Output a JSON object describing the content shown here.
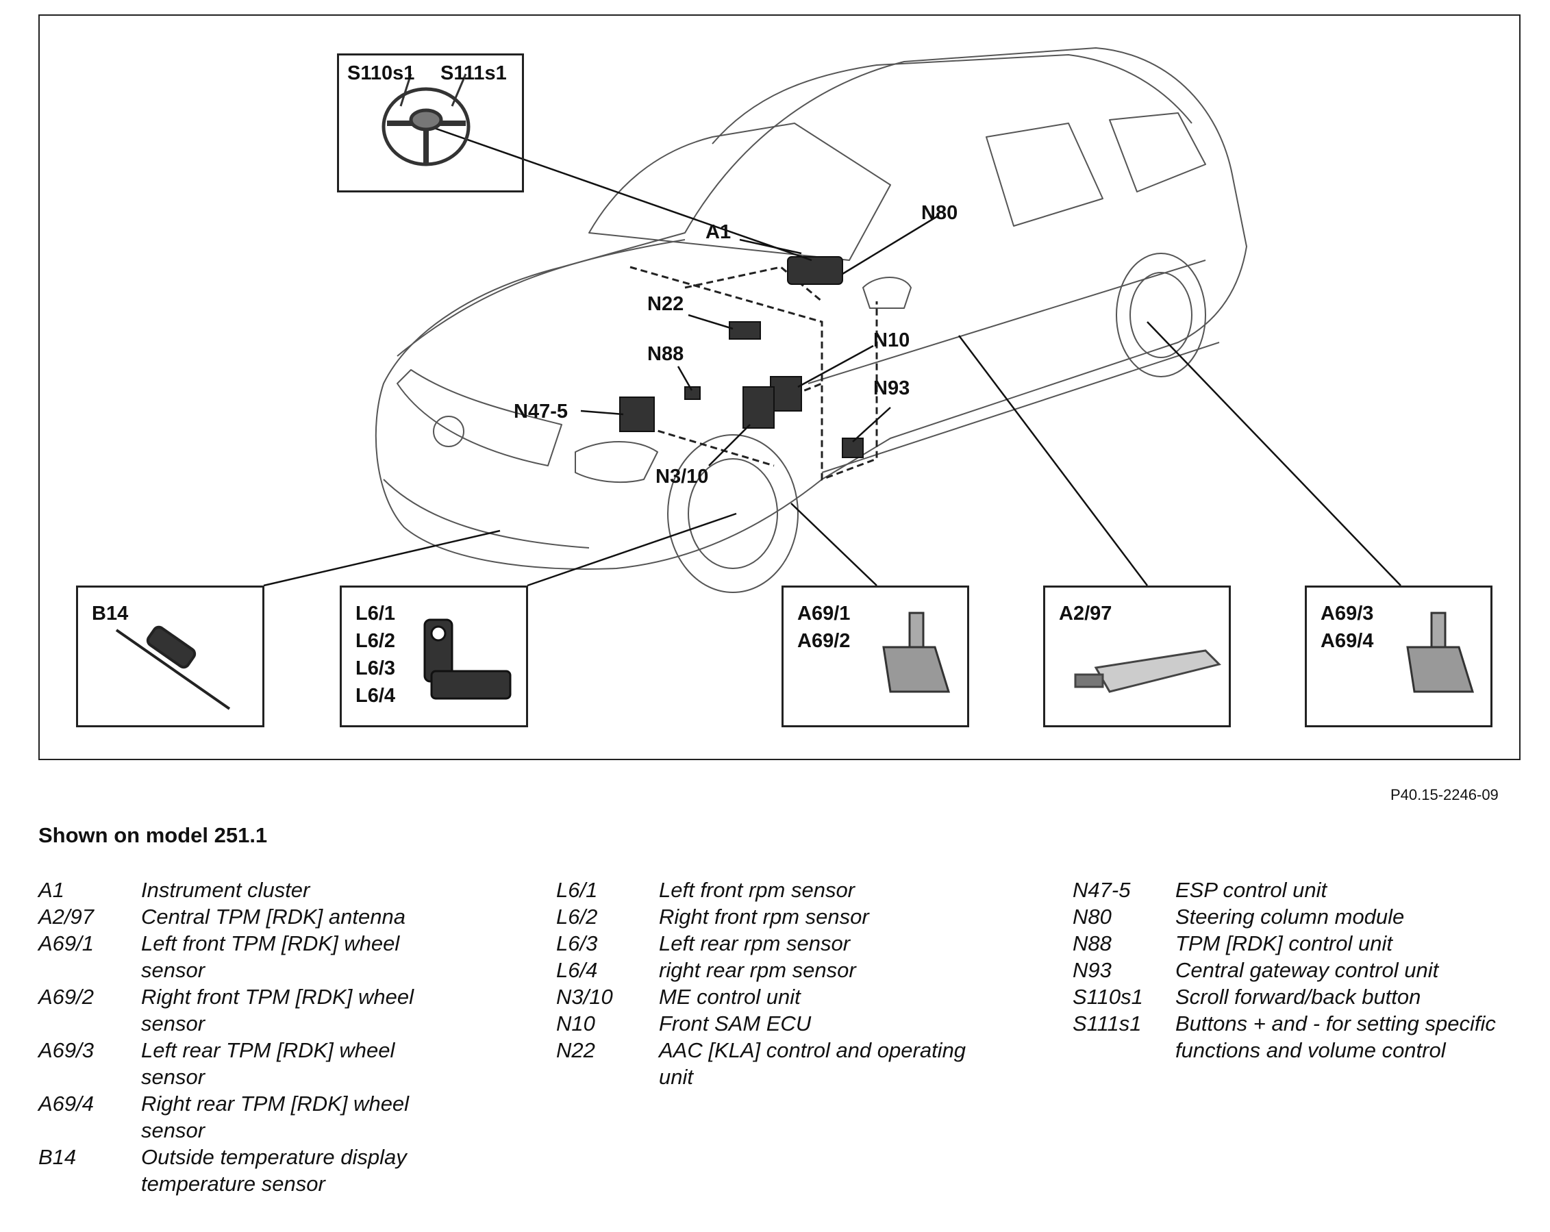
{
  "callouts": {
    "a1": "A1",
    "n80": "N80",
    "n22": "N22",
    "n88": "N88",
    "n10": "N10",
    "n93": "N93",
    "n47_5": "N47-5",
    "n3_10": "N3/10"
  },
  "insets": {
    "steering": {
      "left": "S110s1",
      "right": "S111s1"
    },
    "b14": {
      "label": "B14"
    },
    "l6": {
      "labels": [
        "L6/1",
        "L6/2",
        "L6/3",
        "L6/4"
      ]
    },
    "a69_front": {
      "labels": [
        "A69/1",
        "A69/2"
      ]
    },
    "a2_97": {
      "label": "A2/97"
    },
    "a69_rear": {
      "labels": [
        "A69/3",
        "A69/4"
      ]
    }
  },
  "figure_code": "P40.15-2246-09",
  "caption": "Shown on model 251.1",
  "legend": {
    "col1": [
      {
        "code": "A1",
        "desc": "Instrument cluster"
      },
      {
        "code": "A2/97",
        "desc": "Central TPM [RDK] antenna"
      },
      {
        "code": "A69/1",
        "desc": "Left front TPM [RDK] wheel sensor"
      },
      {
        "code": "A69/2",
        "desc": "Right front TPM [RDK] wheel sensor"
      },
      {
        "code": "A69/3",
        "desc": "Left rear TPM [RDK] wheel sensor"
      },
      {
        "code": "A69/4",
        "desc": "Right rear TPM [RDK] wheel sensor"
      },
      {
        "code": "B14",
        "desc": "Outside temperature display temperature sensor"
      }
    ],
    "col2": [
      {
        "code": "L6/1",
        "desc": "Left front rpm sensor"
      },
      {
        "code": "L6/2",
        "desc": "Right front rpm sensor"
      },
      {
        "code": "L6/3",
        "desc": "Left rear rpm sensor"
      },
      {
        "code": "L6/4",
        "desc": "right rear rpm sensor"
      },
      {
        "code": "N3/10",
        "desc": "ME control unit"
      },
      {
        "code": "N10",
        "desc": "Front SAM ECU"
      },
      {
        "code": "N22",
        "desc": "AAC [KLA] control and operating unit"
      }
    ],
    "col3": [
      {
        "code": "N47-5",
        "desc": "ESP control unit"
      },
      {
        "code": "N80",
        "desc": "Steering column module"
      },
      {
        "code": "N88",
        "desc": "TPM [RDK] control unit"
      },
      {
        "code": "N93",
        "desc": "Central gateway control unit"
      },
      {
        "code": "S110s1",
        "desc": "Scroll forward/back button"
      },
      {
        "code": "S111s1",
        "desc": "Buttons + and - for setting specific functions and volume control"
      }
    ]
  }
}
